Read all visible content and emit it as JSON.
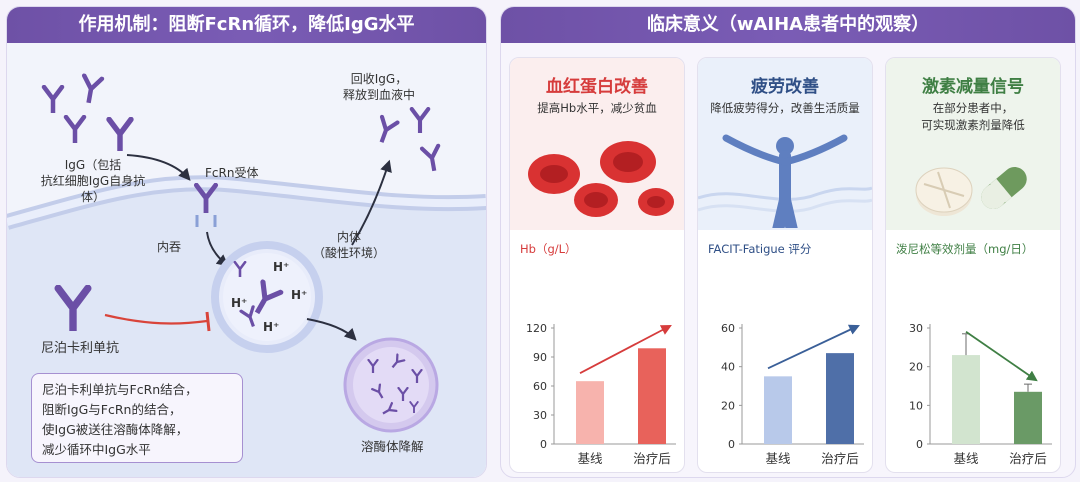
{
  "left": {
    "title": "作用机制：阻断FcRn循环，降低IgG水平",
    "igg_label_1": "IgG（包括",
    "igg_label_2": "抗红细胞IgG自身抗体）",
    "fcrn_label": "FcRn受体",
    "recycle_label_1": "回收IgG，",
    "recycle_label_2": "释放到血液中",
    "endocytosis_label": "内吞",
    "endosome_label_1": "内体",
    "endosome_label_2": "（酸性环境）",
    "proton": "H⁺",
    "drug_label": "尼泊卡利单抗",
    "lysosome_label": "溶酶体降解",
    "note": [
      "尼泊卡利单抗与FcRn结合，",
      "阻断IgG与FcRn的结合，",
      "使IgG被送往溶酶体降解，",
      "减少循环中IgG水平"
    ]
  },
  "right": {
    "title": "临床意义（wAIHA患者中的观察）",
    "cards": [
      {
        "title": "血红蛋白改善",
        "sub": [
          "提高Hb水平，减少贫血"
        ],
        "ylabel": "Hb（g/L）",
        "color": "#d63c3c"
      },
      {
        "title": "疲劳改善",
        "sub": [
          "降低疲劳得分，改善生活质量"
        ],
        "ylabel": "FACIT-Fatigue 评分",
        "color": "#2f4f86"
      },
      {
        "title": "激素减量信号",
        "sub": [
          "在部分患者中，",
          "可实现激素剂量降低"
        ],
        "ylabel": "泼尼松等效剂量（mg/日）",
        "color": "#3f7f44"
      }
    ]
  },
  "chart_data": [
    {
      "type": "bar",
      "categories": [
        "基线",
        "治疗后"
      ],
      "values": [
        65,
        99
      ],
      "ylabel": "Hb（g/L）",
      "ylim": [
        0,
        120
      ],
      "yticks": [
        0,
        30,
        60,
        90,
        120
      ],
      "trend": "up"
    },
    {
      "type": "bar",
      "categories": [
        "基线",
        "治疗后"
      ],
      "values": [
        35,
        47
      ],
      "ylabel": "FACIT-Fatigue 评分",
      "ylim": [
        0,
        60
      ],
      "yticks": [
        0,
        20,
        40,
        60
      ],
      "trend": "up"
    },
    {
      "type": "bar",
      "categories": [
        "基线",
        "治疗后"
      ],
      "values": [
        23,
        13.5
      ],
      "errors": [
        5.5,
        2
      ],
      "ylabel": "泼尼松等效剂量（mg/日）",
      "ylim": [
        0,
        30
      ],
      "yticks": [
        0,
        10,
        20,
        30
      ],
      "trend": "down"
    }
  ],
  "style": {
    "bar_colors": [
      [
        "#f7b3ad",
        "#e8625b"
      ],
      [
        "#b8c9ea",
        "#4f6fa8"
      ],
      [
        "#d2e4cf",
        "#6a9a66"
      ]
    ],
    "arrow_colors": [
      "#d63c3c",
      "#3a5f98",
      "#3f7f44"
    ],
    "card_top_bg": [
      "#fbeeee",
      "#eaf0fa",
      "#eef4ec"
    ]
  }
}
